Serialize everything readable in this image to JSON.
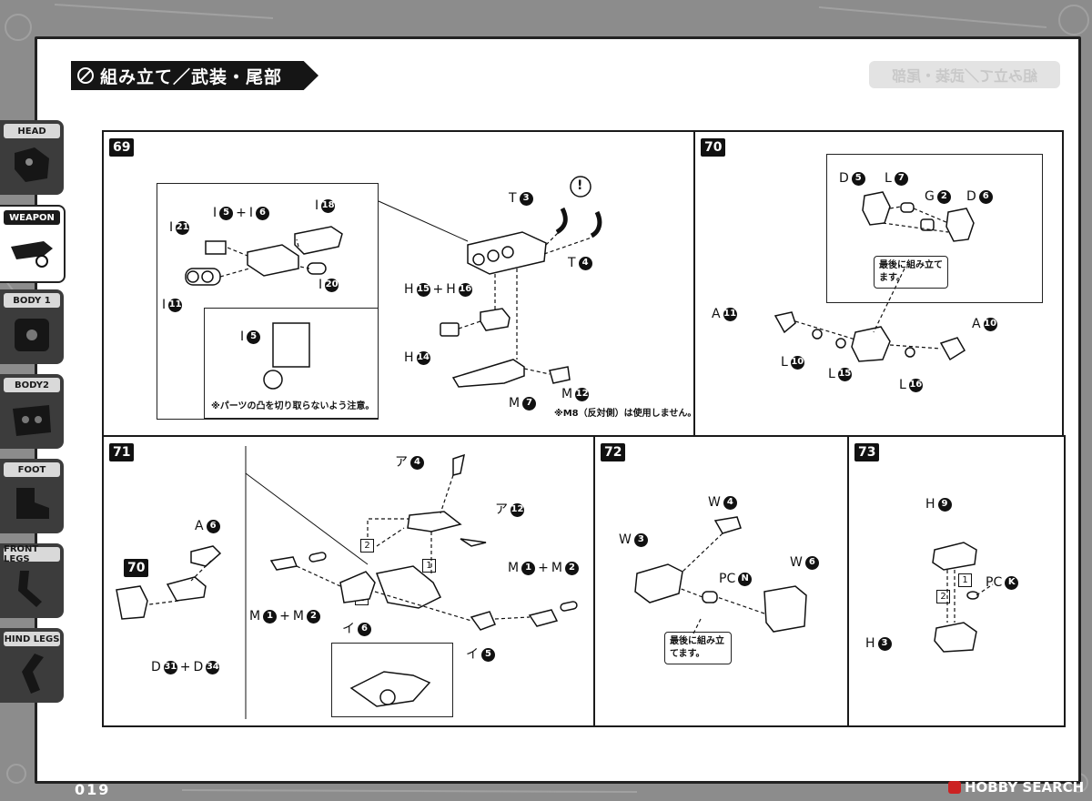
{
  "title": "組み立て／武装・尾部",
  "ghost_title": "組み立て／武装・尾部",
  "page_number": "019",
  "watermark": "HOBBY SEARCH",
  "sidebar": {
    "items": [
      {
        "label": "HEAD"
      },
      {
        "label": "WEAPON"
      },
      {
        "label": "BODY 1"
      },
      {
        "label": "BODY2"
      },
      {
        "label": "FOOT"
      },
      {
        "label": "FRONT LEGS"
      },
      {
        "label": "HIND LEGS"
      }
    ]
  },
  "steps": {
    "s69": {
      "num": "69",
      "i5_i6": {
        "a": "I",
        "an": "5",
        "op": "+",
        "b": "I",
        "bn": "6"
      },
      "i18": {
        "t": "I",
        "n": "18"
      },
      "i21": {
        "t": "I",
        "n": "21"
      },
      "i11": {
        "t": "I",
        "n": "11"
      },
      "i20": {
        "t": "I",
        "n": "20"
      },
      "t3": {
        "t": "T",
        "n": "3"
      },
      "t4": {
        "t": "T",
        "n": "4"
      },
      "h15_h16": {
        "a": "H",
        "an": "15",
        "op": "+",
        "b": "H",
        "bn": "16"
      },
      "h14": {
        "t": "H",
        "n": "14"
      },
      "m7": {
        "t": "M",
        "n": "7"
      },
      "m12": {
        "t": "M",
        "n": "12"
      },
      "inset_i5": {
        "t": "I",
        "n": "5"
      },
      "caution": "※パーツの凸を切り取らないよう注意。",
      "m8_note": "※M8（反対側）は使用しません。",
      "exclaim": "!"
    },
    "s70": {
      "num": "70",
      "d5": {
        "t": "D",
        "n": "5"
      },
      "l7": {
        "t": "L",
        "n": "7"
      },
      "g2": {
        "t": "G",
        "n": "2"
      },
      "d6": {
        "t": "D",
        "n": "6"
      },
      "callout": "最後に組み立てます。",
      "a11": {
        "t": "A",
        "n": "11"
      },
      "a10": {
        "t": "A",
        "n": "10"
      },
      "l10": {
        "t": "L",
        "n": "10"
      },
      "l15": {
        "t": "L",
        "n": "15"
      },
      "l16": {
        "t": "L",
        "n": "16"
      }
    },
    "s71": {
      "num": "71",
      "a6": {
        "t": "A",
        "n": "6"
      },
      "ref70": "70",
      "d31_d34": {
        "a": "D",
        "an": "31",
        "op": "+",
        "b": "D",
        "bn": "34"
      },
      "a4": {
        "t": "ア",
        "n": "4"
      },
      "a12": {
        "t": "ア",
        "n": "12"
      },
      "m1_m2_right": {
        "a": "M",
        "an": "1",
        "op": "+",
        "b": "M",
        "bn": "2"
      },
      "m1_m2_left": {
        "a": "M",
        "an": "1",
        "op": "+",
        "b": "M",
        "bn": "2"
      },
      "i6": {
        "t": "イ",
        "n": "6"
      },
      "i5": {
        "t": "イ",
        "n": "5"
      },
      "seq1": "1",
      "seq2a": "2",
      "seq2b": "2"
    },
    "s72": {
      "num": "72",
      "w4": {
        "t": "W",
        "n": "4"
      },
      "w3": {
        "t": "W",
        "n": "3"
      },
      "pcn": {
        "t": "PC",
        "n": "N"
      },
      "w6": {
        "t": "W",
        "n": "6"
      },
      "callout": "最後に組み立てます。"
    },
    "s73": {
      "num": "73",
      "h9": {
        "t": "H",
        "n": "9"
      },
      "pck": {
        "t": "PC",
        "n": "K"
      },
      "h3": {
        "t": "H",
        "n": "3"
      },
      "seq1": "1",
      "seq2": "2"
    }
  },
  "colors": {
    "ink": "#111111",
    "frame_bg": "#8f8f8f",
    "tab_dark": "#3c3c3c"
  }
}
